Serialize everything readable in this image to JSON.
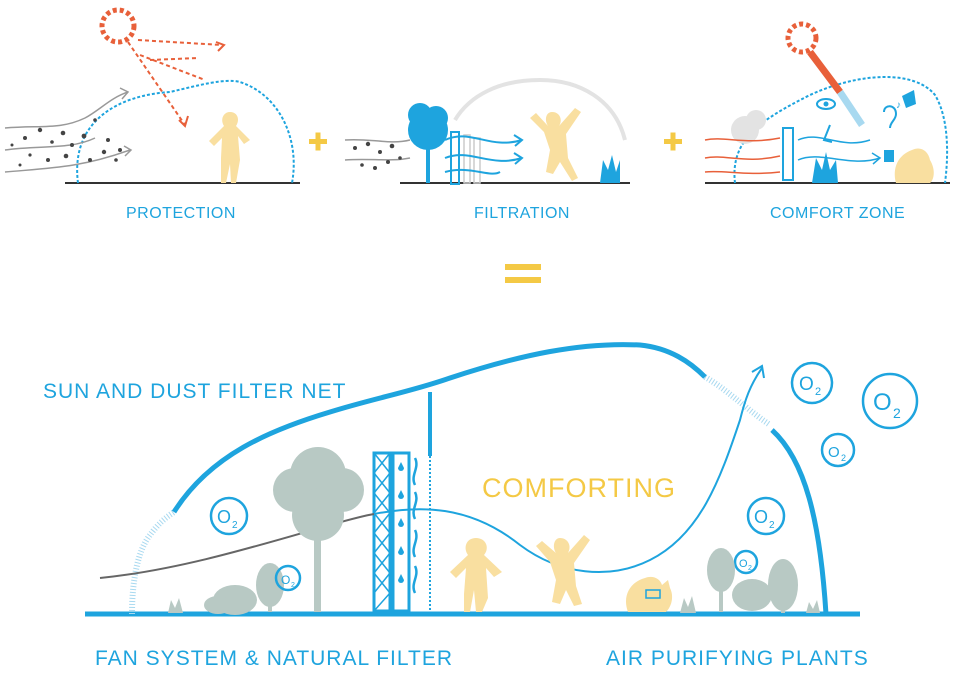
{
  "top_panels": [
    {
      "label": "PROTECTION"
    },
    {
      "label": "FILTRATION"
    },
    {
      "label": "COMFORT ZONE"
    }
  ],
  "bottom": {
    "label_net": "SUN AND DUST FILTER NET",
    "label_center": "COMFORTING",
    "label_fan": "FAN SYSTEM & NATURAL FILTER",
    "label_plants": "AIR PURIFYING PLANTS"
  },
  "colors": {
    "blue": "#1ea4de",
    "light_blue": "#a8d9f0",
    "yellow": "#f4c945",
    "pale_yellow": "#f9dfa0",
    "orange": "#e8603a",
    "grey": "#b8c9c4",
    "dark": "#333333"
  }
}
